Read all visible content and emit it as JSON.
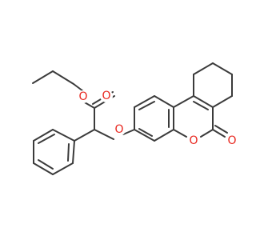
{
  "colors": {
    "bond": "#3b3b3b",
    "oxygen": "#e8261e",
    "background": "#ffffff"
  },
  "atoms": {
    "o_carbonyl_ester": {
      "label": "O"
    },
    "o_ester": {
      "label": "O"
    },
    "o_ether": {
      "label": "O"
    },
    "o_lactone_ring": {
      "label": "O"
    },
    "o_lactone_carbonyl": {
      "label": "O"
    }
  }
}
